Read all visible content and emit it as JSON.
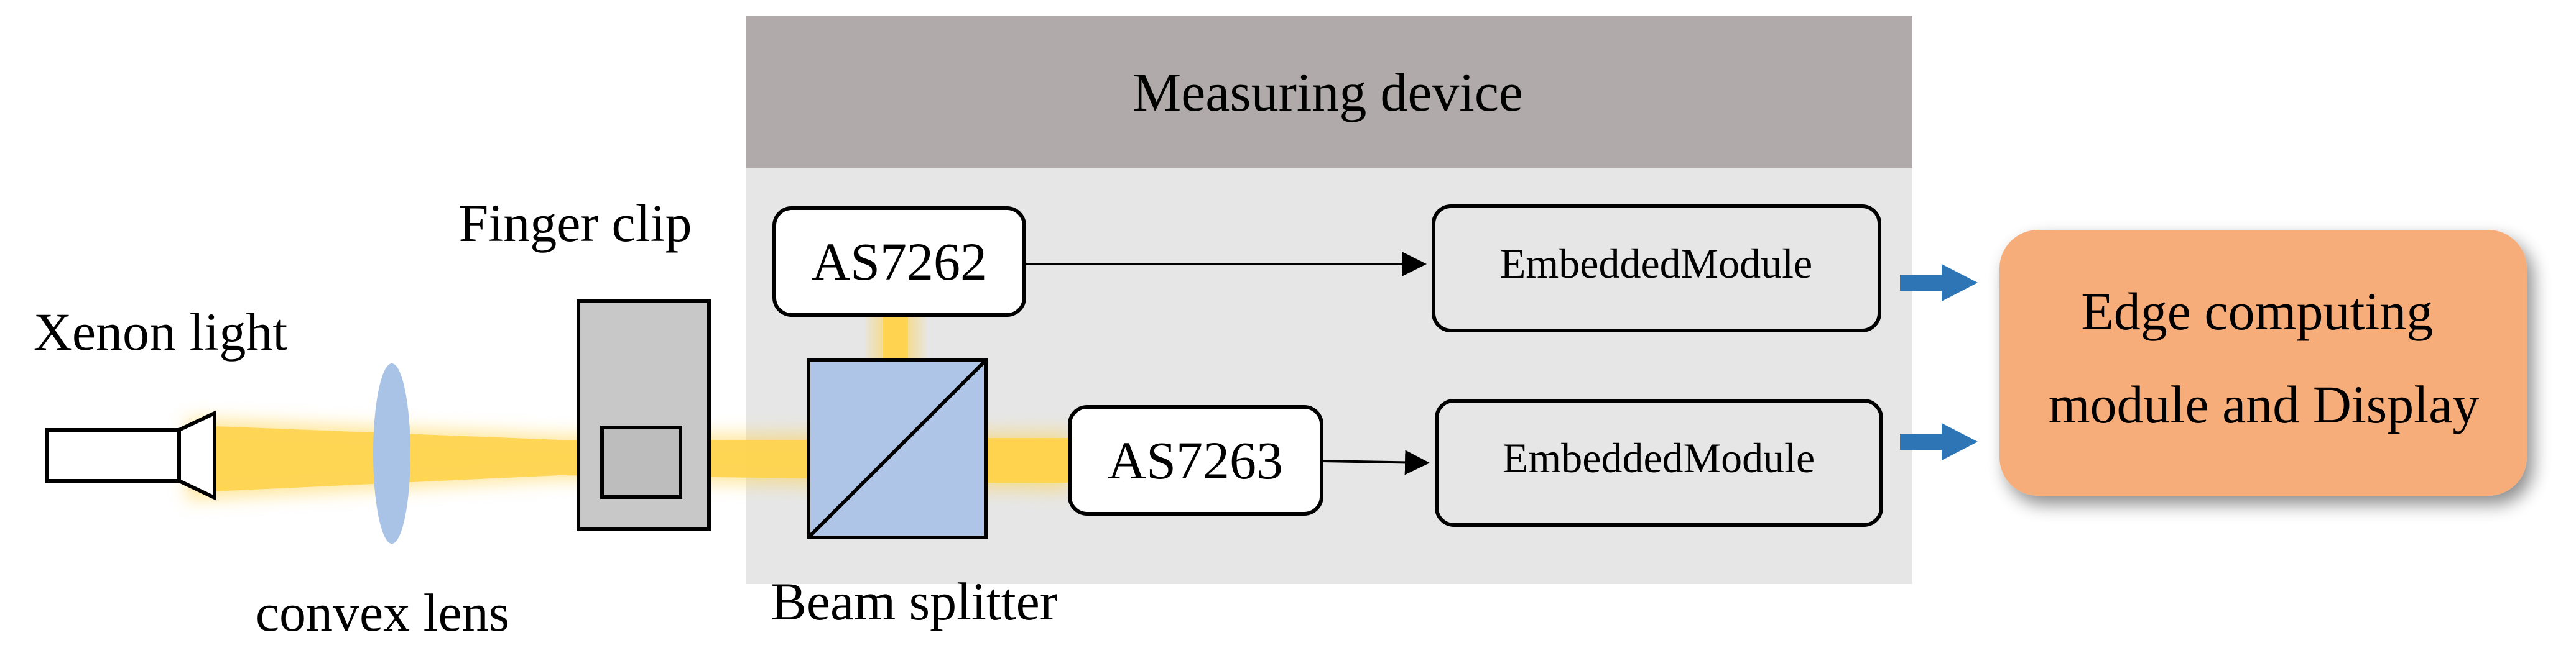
{
  "measuring_device": {
    "header_label": "Measuring device",
    "header_color": "#b0abaa",
    "body_color": "#e6e6e6"
  },
  "components": {
    "light_source": "Xenon light",
    "lens": "convex lens",
    "finger_clip": "Finger clip",
    "beam_splitter": "Beam splitter",
    "sensor_top": "AS7262",
    "sensor_bottom": "AS7263",
    "module_top": "EmbeddedModule",
    "module_bottom": "EmbeddedModule",
    "output": "Edge computing module and Display",
    "output_line1": "Edge computing",
    "output_line2": "module and Display"
  },
  "colors": {
    "beam": "#ffd34d",
    "lens": "#a9c3e6",
    "splitter": "#aec5e8",
    "finger_clip": "#c8c8c8",
    "output_box": "#f7ad7a",
    "arrow_blue": "#2e75b6"
  }
}
